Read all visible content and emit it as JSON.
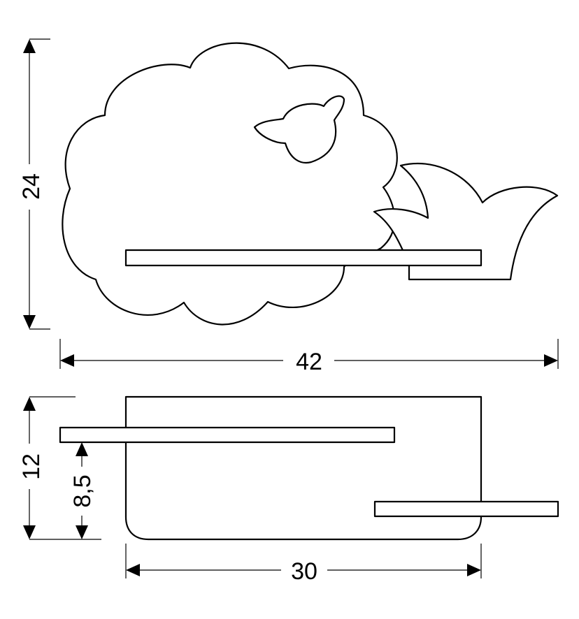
{
  "dimensions": {
    "height_top": "24",
    "width_top": "42",
    "height_bottom": "12",
    "shelf_height": "8,5",
    "width_bottom": "30"
  },
  "colors": {
    "stroke": "#000000",
    "fill": "#ffffff"
  }
}
